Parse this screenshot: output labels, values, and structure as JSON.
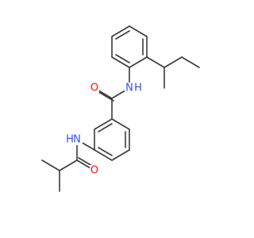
{
  "molecule": {
    "atoms": {
      "o_carbonyl": {
        "symbol": "O",
        "color": "#ff0d0d"
      },
      "n_amide": {
        "symbol": "N",
        "h": "H",
        "color": "#3050f8"
      },
      "n_isobutyramide": {
        "symbol": "N",
        "h": "H",
        "color": "#3050f8"
      },
      "o_isobutyramide": {
        "symbol": "O",
        "color": "#ff0d0d"
      }
    },
    "bond_color": "#3a3a3a"
  }
}
